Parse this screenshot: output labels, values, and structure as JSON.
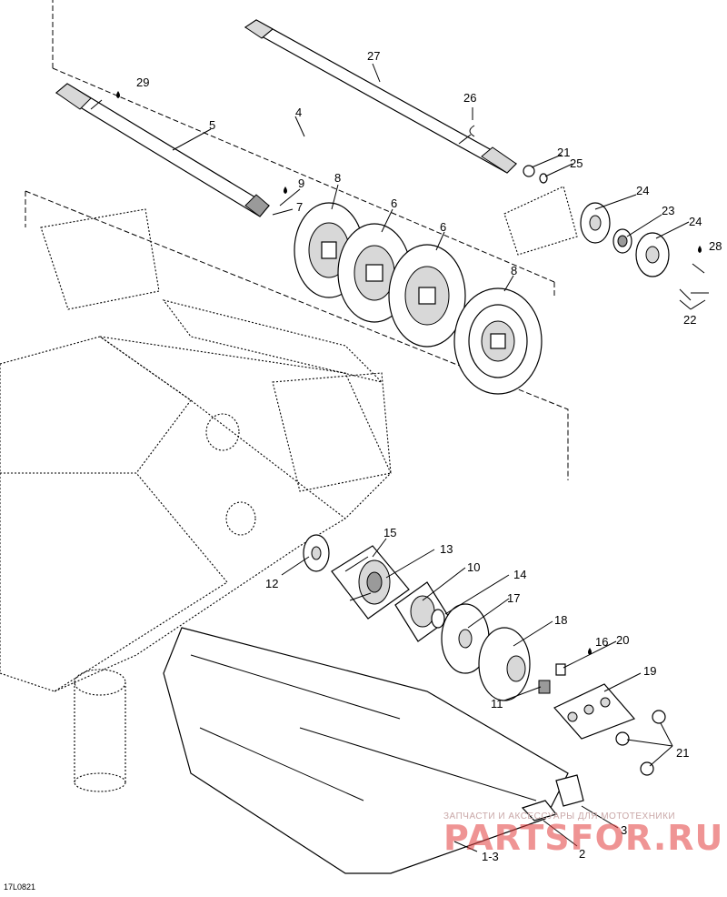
{
  "diagram": {
    "reference": "17L0821",
    "callouts": {
      "c1_3": "1-3",
      "c2": "2",
      "c3": "3",
      "c4": "4",
      "c5": "5",
      "c6a": "6",
      "c6b": "6",
      "c7": "7",
      "c8a": "8",
      "c8b": "8",
      "c9": "9",
      "c10": "10",
      "c11": "11",
      "c12": "12",
      "c13": "13",
      "c14": "14",
      "c15": "15",
      "c16": "16",
      "c17": "17",
      "c18": "18",
      "c19": "19",
      "c20": "20",
      "c21a": "21",
      "c21b": "21",
      "c22": "22",
      "c23": "23",
      "c24a": "24",
      "c24b": "24",
      "c25": "25",
      "c26": "26",
      "c27": "27",
      "c28": "28",
      "c29": "29"
    }
  },
  "watermark": {
    "subtitle": "ЗАПЧАСТИ И АКСЕССУАРЫ ДЛЯ МОТОТЕХНИКИ",
    "brand": "PARTSFOR.RU"
  }
}
